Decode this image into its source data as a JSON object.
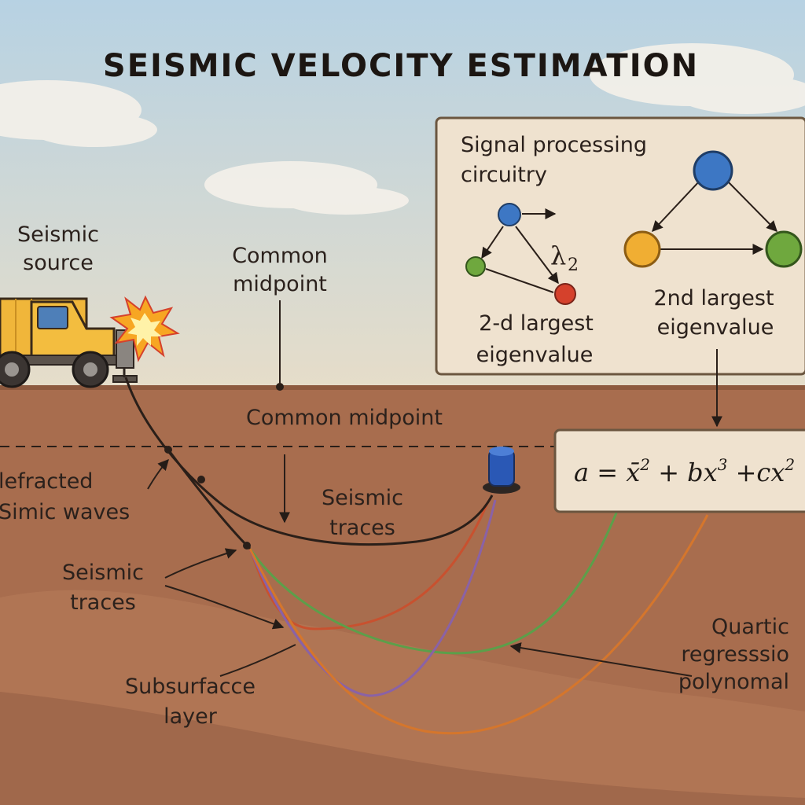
{
  "title": "SEISMIC VELOCITY ESTIMATION",
  "labels": {
    "seismic_source": [
      "Seismic",
      "source"
    ],
    "common_midpoint_top": [
      "Common",
      "midpoint"
    ],
    "common_midpoint_ground": "Common midpoint",
    "refracted_waves": [
      "lefracted",
      "Simic waves"
    ],
    "seismic_traces_center": [
      "Seismic",
      "traces"
    ],
    "seismic_traces_left": [
      "Seismic",
      "traces"
    ],
    "subsurface_layer": [
      "Subsurfacce",
      "layer"
    ],
    "quartic": [
      "Quartic",
      "regresssio",
      "polynomal"
    ]
  },
  "panel": {
    "heading": [
      "Signal processing",
      "circuitry"
    ],
    "lambda": "λ",
    "lambda_sub": "2",
    "left_caption": [
      "2-d largest",
      "eigenvalue"
    ],
    "right_caption": [
      "2nd largest",
      "eigenvalue"
    ]
  },
  "formula": {
    "a": "a",
    "eq": " = ",
    "x2": "x̄",
    "x2_exp": "2",
    "plus_b": " + bx",
    "exp3": "3",
    "plus_c": " +cx",
    "exp2": "2",
    "tail": " +"
  },
  "colors": {
    "sky": "#c9dde8",
    "ground": "#a46a4c",
    "panel_fill": "#efe2cf",
    "node_blue": "#3d77c4",
    "node_green": "#6fa83e",
    "node_red": "#d5412c",
    "node_orange": "#f0ae33",
    "trace_red": "#c8512f",
    "trace_green": "#5c9f4a",
    "trace_purple": "#8a62a6",
    "trace_orange": "#d5762c",
    "truck_yellow": "#f0b63a",
    "geophone_blue": "#2a58b5"
  }
}
